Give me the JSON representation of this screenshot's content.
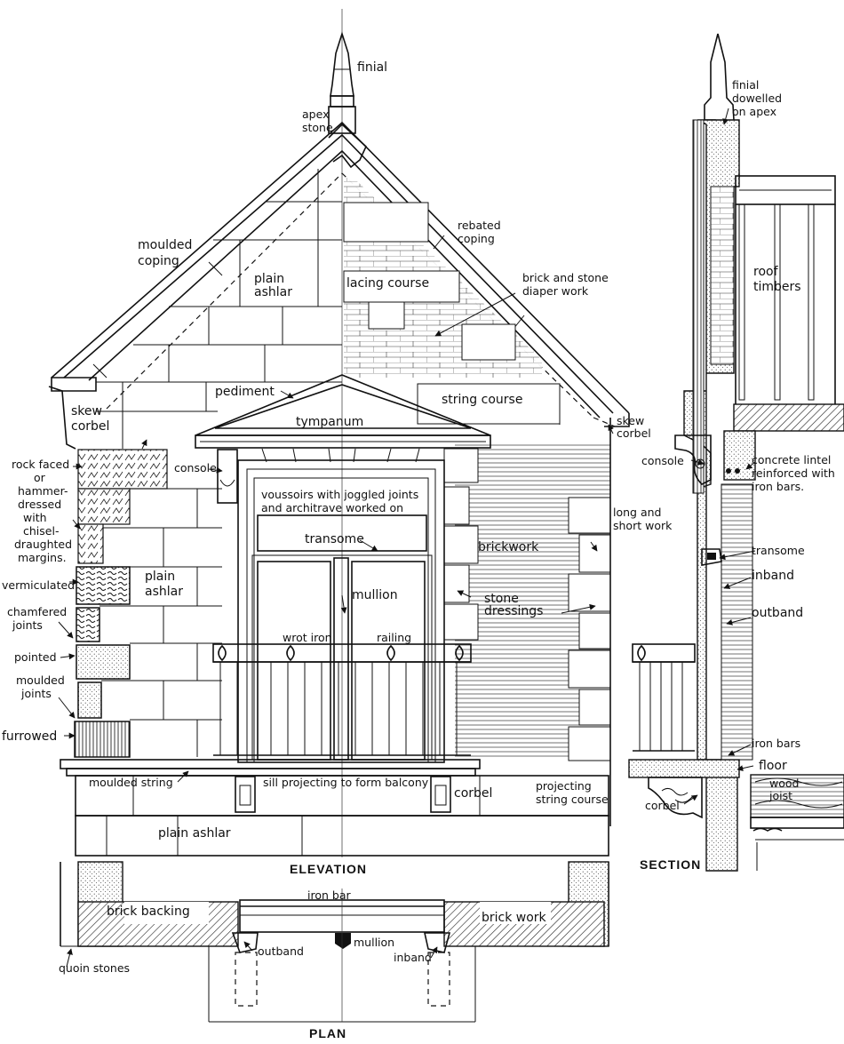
{
  "captions": {
    "elevation": "ELEVATION",
    "section": "SECTION",
    "plan": "PLAN"
  },
  "elevation": {
    "finial": "finial",
    "apex_stone": [
      "apex",
      "stone"
    ],
    "moulded_coping": [
      "moulded",
      "coping"
    ],
    "rebated_coping": [
      "rebated",
      "coping"
    ],
    "plain_ashlar_upper": [
      "plain",
      "ashlar"
    ],
    "lacing_course": "lacing course",
    "diaper_work": [
      "brick and stone",
      "diaper work"
    ],
    "skew_corbel_left": [
      "skew",
      "corbel"
    ],
    "skew_corbel_right": [
      "skew",
      "corbel"
    ],
    "pediment": "pediment",
    "tympanum": "tympanum",
    "string_course": "string course",
    "console": "console",
    "voussoirs": [
      "voussoirs with joggled joints",
      "and architrave worked on"
    ],
    "transome": "transome",
    "brickwork": "brickwork",
    "long_short_work": [
      "long and",
      "short work"
    ],
    "plain_ashlar_mid": [
      "plain",
      "ashlar"
    ],
    "mullion": "mullion",
    "stone_dressings": [
      "stone",
      "dressings"
    ],
    "wrot_iron": "wrot iron",
    "railing": "railing",
    "rock_faced": [
      "rock faced",
      "or",
      "hammer-",
      "dressed",
      "with",
      "chisel-",
      "draughted",
      "margins."
    ],
    "vermiculated": "vermiculated",
    "chamfered_joints": [
      "chamfered",
      "joints"
    ],
    "pointed": "pointed",
    "moulded_joints": [
      "moulded",
      "joints"
    ],
    "furrowed": "furrowed",
    "moulded_string": "moulded string",
    "sill": "sill projecting to form balcony",
    "corbel": "corbel",
    "projecting_string": [
      "projecting",
      "string course"
    ],
    "plain_ashlar_base": "plain ashlar"
  },
  "section": {
    "finial_dowelled": [
      "finial",
      "dowelled",
      "on apex"
    ],
    "roof_timbers": [
      "roof",
      "timbers"
    ],
    "console": "console",
    "concrete_lintel": [
      "concrete lintel",
      "reinforced with",
      "iron bars."
    ],
    "transome": "transome",
    "inband": "inband",
    "outband": "outband",
    "iron_bars": "iron bars",
    "floor": "floor",
    "wood_joist": [
      "wood",
      "joist"
    ],
    "corbel": "corbel"
  },
  "plan": {
    "iron_bar": "iron bar",
    "brick_backing": "brick backing",
    "brick_work": "brick work",
    "outband": "outband",
    "mullion": "mullion",
    "inband": "inband",
    "quoin_stones": "quoin stones"
  }
}
